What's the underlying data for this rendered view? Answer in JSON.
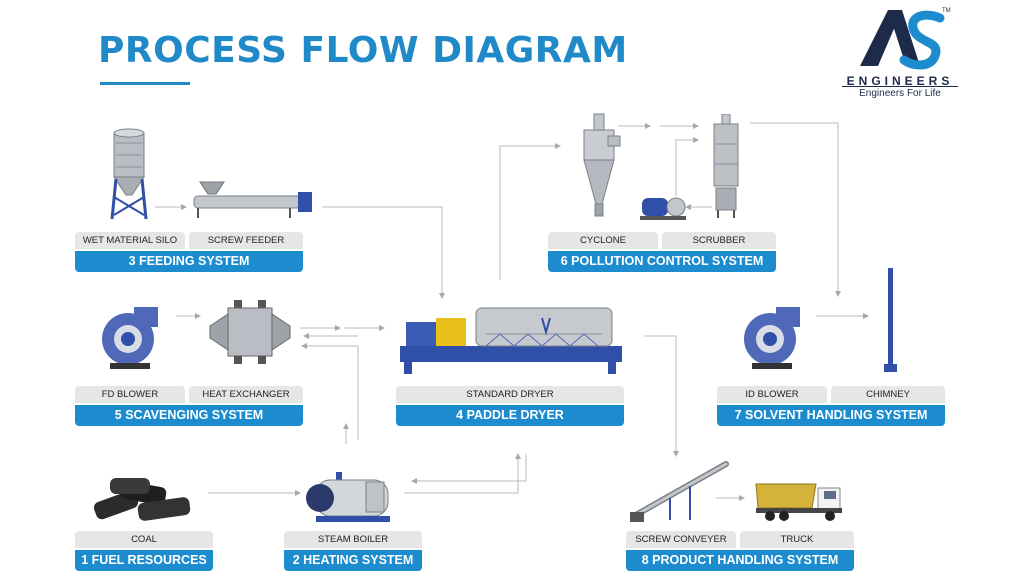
{
  "title": "PROCESS FLOW DIAGRAM",
  "logo": {
    "mark": "AS",
    "name": "ENGINEERS",
    "tagline": "Engineers For Life",
    "trademark": "TM"
  },
  "systems": {
    "feeding": {
      "label": "3  FEEDING SYSTEM",
      "items": [
        "WET MATERIAL SILO",
        "SCREW FEEDER"
      ]
    },
    "pollution": {
      "label": "6  POLLUTION CONTROL SYSTEM",
      "items": [
        "CYCLONE",
        "SCRUBBER"
      ]
    },
    "scavenging": {
      "label": "5  SCAVENGING SYSTEM",
      "items": [
        "FD BLOWER",
        "HEAT EXCHANGER"
      ]
    },
    "dryer": {
      "label": "4  PADDLE DRYER",
      "items": [
        "STANDARD DRYER"
      ]
    },
    "solvent": {
      "label": "7  SOLVENT HANDLING SYSTEM",
      "items": [
        "ID BLOWER",
        "CHIMNEY"
      ]
    },
    "fuel": {
      "label": "1  FUEL RESOURCES",
      "items": [
        "COAL"
      ]
    },
    "heating": {
      "label": "2  HEATING SYSTEM",
      "items": [
        "STEAM BOILER"
      ]
    },
    "product": {
      "label": "8  PRODUCT HANDLING SYSTEM",
      "items": [
        "SCREW CONVEYER",
        "TRUCK"
      ]
    }
  },
  "colors": {
    "accent": "#1d8ccf",
    "title": "#1f8ac7",
    "label_bg": "#e6e6e6",
    "arrow": "#b8b8b8",
    "equipment_blue": "#2f4fa8",
    "steel": "#b9bec4"
  }
}
